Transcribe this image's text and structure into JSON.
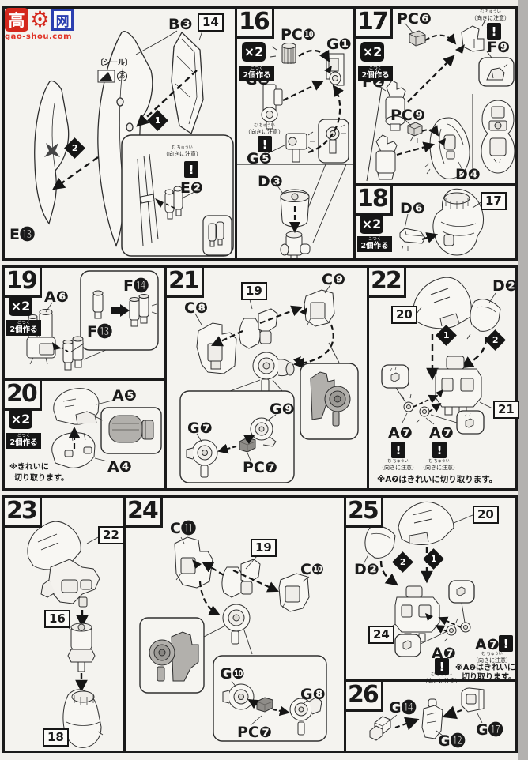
{
  "colors": {
    "paper": "#f4f3ef",
    "ink": "#1a1a1a",
    "accent_red": "#d4271c",
    "accent_blue": "#2b3fb0",
    "gray_part": "#b2b0ac"
  },
  "logo": {
    "char1": "高",
    "gear": "⚙",
    "char2": "网",
    "sub": "gao-shou.com"
  },
  "shared": {
    "x2": "×2",
    "make2": "2個作る",
    "make2_fg": "こつく",
    "orient": "（向きに注意）",
    "orient_fg": "む ちゅうい",
    "warn": "!",
    "seal": "〔シール〕",
    "seal_char": "あ",
    "m1": "1",
    "m2": "2"
  },
  "panels": {
    "p14": {
      "ref14": "14",
      "b3": "B❸",
      "e13": "E⓭",
      "e2": "E❷"
    },
    "p16": {
      "num": "16",
      "pc10": "PC❿",
      "g1": "G❶",
      "g2": "G❷",
      "g5": "G❺",
      "d3": "D❸"
    },
    "p17": {
      "num": "17",
      "pc6": "PC❻",
      "f9": "F❾",
      "f2": "F❷",
      "pc9": "PC❾",
      "d4": "D❹"
    },
    "p18": {
      "num": "18",
      "d6": "D❻",
      "ref17": "17"
    },
    "p19": {
      "num": "19",
      "a6": "A❻",
      "f14": "F⓮",
      "f13": "F⓭"
    },
    "p20": {
      "num": "20",
      "a5": "A❺",
      "a4": "A❹",
      "note1": "※きれいに",
      "note2": "切り取ります。"
    },
    "p21": {
      "num": "21",
      "ref19": "19",
      "c8": "C❽",
      "c9": "C❾",
      "g7": "G❼",
      "g9": "G❾",
      "pc7": "PC❼"
    },
    "p22": {
      "num": "22",
      "ref20": "20",
      "d2": "D❷",
      "ref21": "21",
      "a7": "A❼",
      "note": "※A❼はきれいに切り取ります。"
    },
    "p23": {
      "num": "23",
      "ref22": "22",
      "ref16": "16",
      "ref18": "18"
    },
    "p24": {
      "num": "24",
      "c11": "C⓫",
      "ref19": "19",
      "c10": "C❿",
      "g10": "G❿",
      "g8": "G❽",
      "pc7": "PC❼"
    },
    "p25": {
      "num": "25",
      "ref20": "20",
      "d2": "D❷",
      "ref24": "24",
      "a7": "A❼",
      "note1": "※A❼はきれいに",
      "note2": "切り取ります。"
    },
    "p26": {
      "num": "26",
      "g14": "G⓮",
      "g12": "G⓬",
      "g17": "G⓱"
    }
  }
}
